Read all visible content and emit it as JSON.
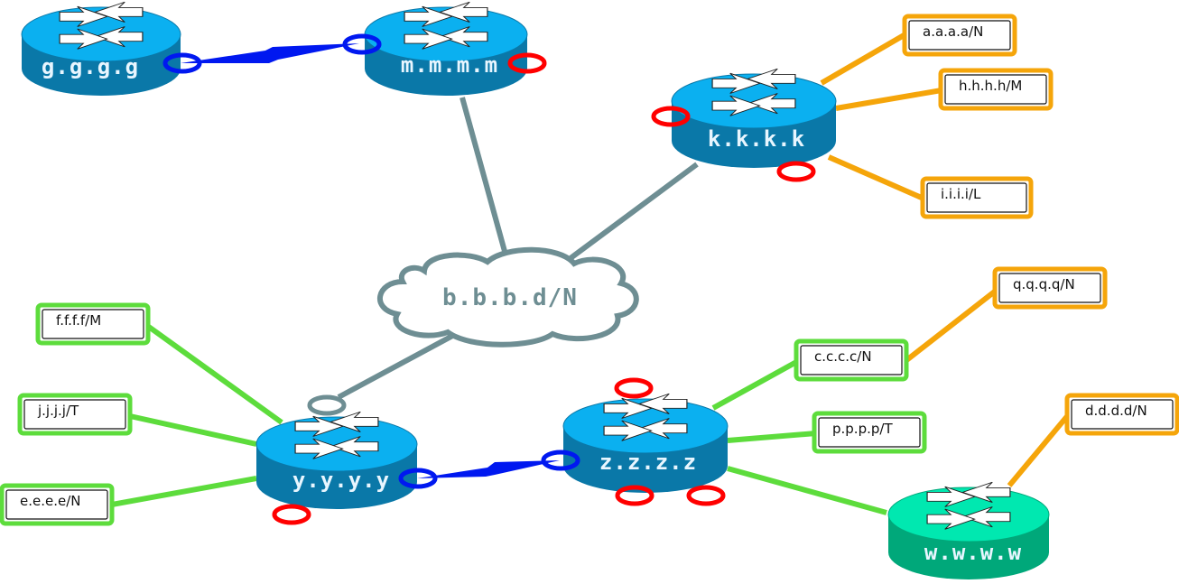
{
  "routers": {
    "g": {
      "label": "g.g.g.g"
    },
    "m": {
      "label": "m.m.m.m"
    },
    "k": {
      "label": "k.k.k.k"
    },
    "y": {
      "label": "y.y.y.y"
    },
    "z": {
      "label": "z.z.z.z"
    },
    "w": {
      "label": "w.w.w.w"
    }
  },
  "cloud": {
    "label": "b.b.b.d/N"
  },
  "subnets": {
    "a": {
      "label": "a.a.a.a/N"
    },
    "h": {
      "label": "h.h.h.h/M"
    },
    "i": {
      "label": "i.i.i.i/L"
    },
    "q": {
      "label": "q.q.q.q/N"
    },
    "c": {
      "label": "c.c.c.c/N"
    },
    "p": {
      "label": "p.p.p.p/T"
    },
    "d": {
      "label": "d.d.d.d/N"
    },
    "f": {
      "label": "f.f.f.f/M"
    },
    "j": {
      "label": "j.j.j.j/T"
    },
    "e": {
      "label": "e.e.e.e/N"
    }
  },
  "colors": {
    "router_top": "#0bb0f0",
    "router_side": "#0a78a8",
    "router_w_top": "#00e8b0",
    "router_w_side": "#00a87a",
    "ethernet_link": "#6e8e93",
    "green_link": "#5ddc3c",
    "orange_link": "#f5a50a",
    "serial_link": "#0018f0",
    "interface_red": "#ff0000",
    "interface_blue": "#0018f0"
  }
}
